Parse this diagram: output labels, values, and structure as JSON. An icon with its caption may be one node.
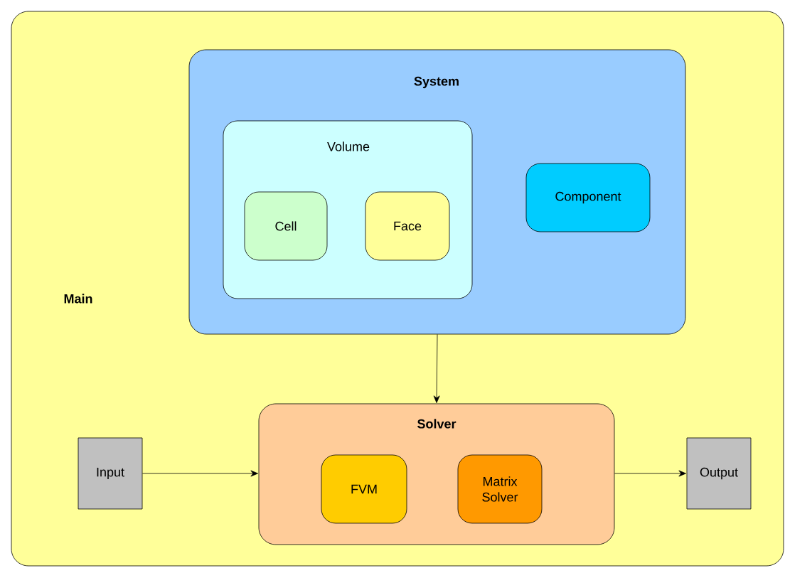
{
  "diagram": {
    "nodes": [
      {
        "text": [
          "Main"
        ]
      },
      {
        "text": [
          "System"
        ],
        "in": 0
      },
      {
        "text": [
          "Volume"
        ],
        "in": 1
      },
      {
        "text": [
          "Cell"
        ],
        "in": 2
      },
      {
        "text": [
          "Face"
        ],
        "in": 2
      },
      {
        "text": [
          "Component"
        ],
        "in": 1
      },
      {
        "text": [
          "Input"
        ],
        "in": 0
      },
      {
        "text": [
          "Solver"
        ],
        "in": 0
      },
      {
        "text": [
          "FVM"
        ],
        "in": 7
      },
      {
        "text": [
          "Matrix Solver"
        ],
        "in": 7
      },
      {
        "text": [
          "Output"
        ],
        "in": 0
      }
    ],
    "edges": [
      {
        "from": 1,
        "to": 7,
        "arrow": "to"
      },
      {
        "from": 6,
        "to": 7,
        "arrow": "to"
      },
      {
        "from": 7,
        "to": 10,
        "arrow": "to"
      }
    ]
  }
}
